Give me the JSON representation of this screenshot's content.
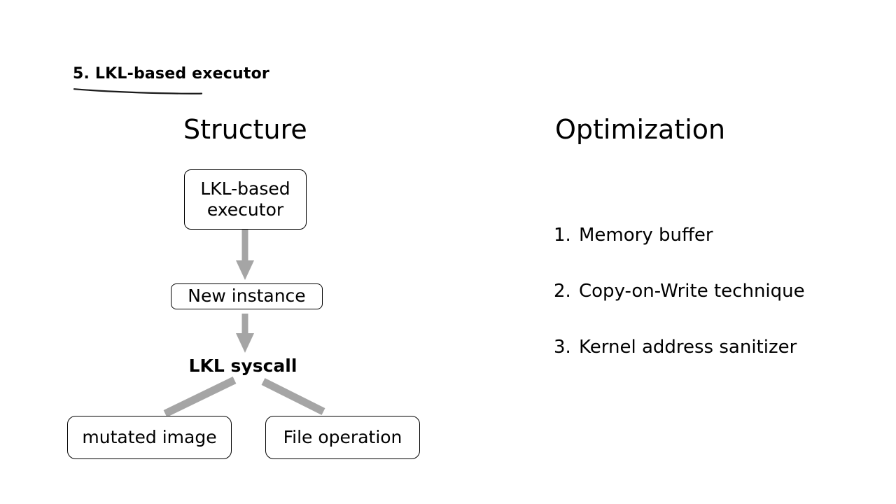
{
  "slide": {
    "title": "5. LKL-based executor",
    "underline_color": "#1a1a1a",
    "background": "#ffffff",
    "text_color": "#000000",
    "arrow_color": "#a5a5a5"
  },
  "columns": {
    "left_heading": "Structure",
    "right_heading": "Optimization"
  },
  "diagram": {
    "nodes": [
      {
        "id": "executor",
        "label": "LKL-based\nexecutor",
        "line1": "LKL-based",
        "line2": "executor"
      },
      {
        "id": "new-instance",
        "label": "New instance"
      },
      {
        "id": "lkl-syscall",
        "label": "LKL syscall"
      },
      {
        "id": "mutated-image",
        "label": "mutated image"
      },
      {
        "id": "file-operation",
        "label": "File operation"
      }
    ],
    "edges": [
      {
        "from": "executor",
        "to": "new-instance",
        "style": "arrow-down"
      },
      {
        "from": "new-instance",
        "to": "lkl-syscall",
        "style": "arrow-down"
      },
      {
        "from": "lkl-syscall",
        "to": "mutated-image",
        "style": "line-diagonal"
      },
      {
        "from": "lkl-syscall",
        "to": "file-operation",
        "style": "line-diagonal"
      }
    ]
  },
  "optimization": {
    "items": [
      {
        "number": "1.",
        "text": "Memory buffer"
      },
      {
        "number": "2.",
        "text": "Copy-on-Write technique"
      },
      {
        "number": "3.",
        "text": "Kernel address sanitizer"
      }
    ]
  }
}
